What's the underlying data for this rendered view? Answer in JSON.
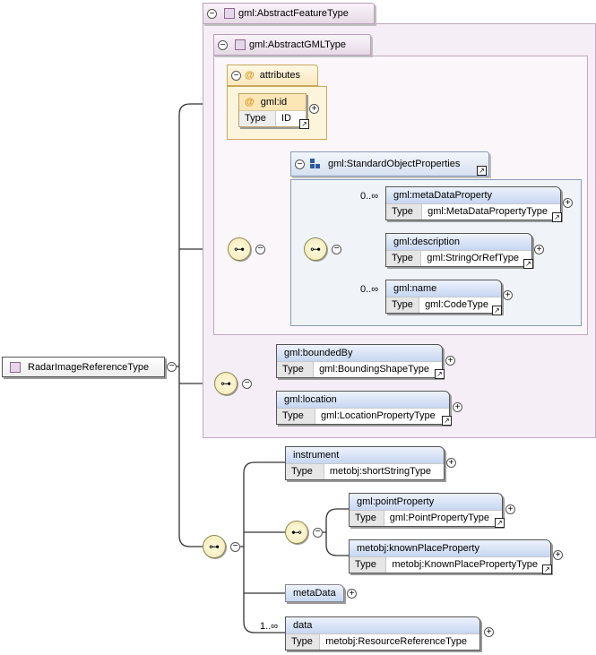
{
  "root": {
    "name": "RadarImageReferenceType"
  },
  "groups": {
    "abstract_feature": "gml:AbstractFeatureType",
    "abstract_gml": "gml:AbstractGMLType",
    "attributes": "attributes",
    "standard_object_properties": "gml:StandardObjectProperties"
  },
  "type_label": "Type",
  "attribute": {
    "name": "gml:id",
    "type": "ID"
  },
  "elements": {
    "meta_data_property": {
      "name": "gml:metaDataProperty",
      "type": "gml:MetaDataPropertyType",
      "card": "0..∞"
    },
    "description": {
      "name": "gml:description",
      "type": "gml:StringOrRefType"
    },
    "gml_name": {
      "name": "gml:name",
      "type": "gml:CodeType",
      "card": "0..∞"
    },
    "bounded_by": {
      "name": "gml:boundedBy",
      "type": "gml:BoundingShapeType"
    },
    "location": {
      "name": "gml:location",
      "type": "gml:LocationPropertyType"
    },
    "instrument": {
      "name": "instrument",
      "type": "metobj:shortStringType"
    },
    "point_property": {
      "name": "gml:pointProperty",
      "type": "gml:PointPropertyType"
    },
    "known_place_property": {
      "name": "metobj:knownPlaceProperty",
      "type": "metobj:KnownPlacePropertyType"
    },
    "meta_data": {
      "name": "metaData"
    },
    "data": {
      "name": "data",
      "type": "metobj:ResourceReferenceType",
      "card": "1..∞"
    }
  },
  "glyphs": {
    "expand": "+",
    "collapse": "−",
    "link": "↗"
  }
}
